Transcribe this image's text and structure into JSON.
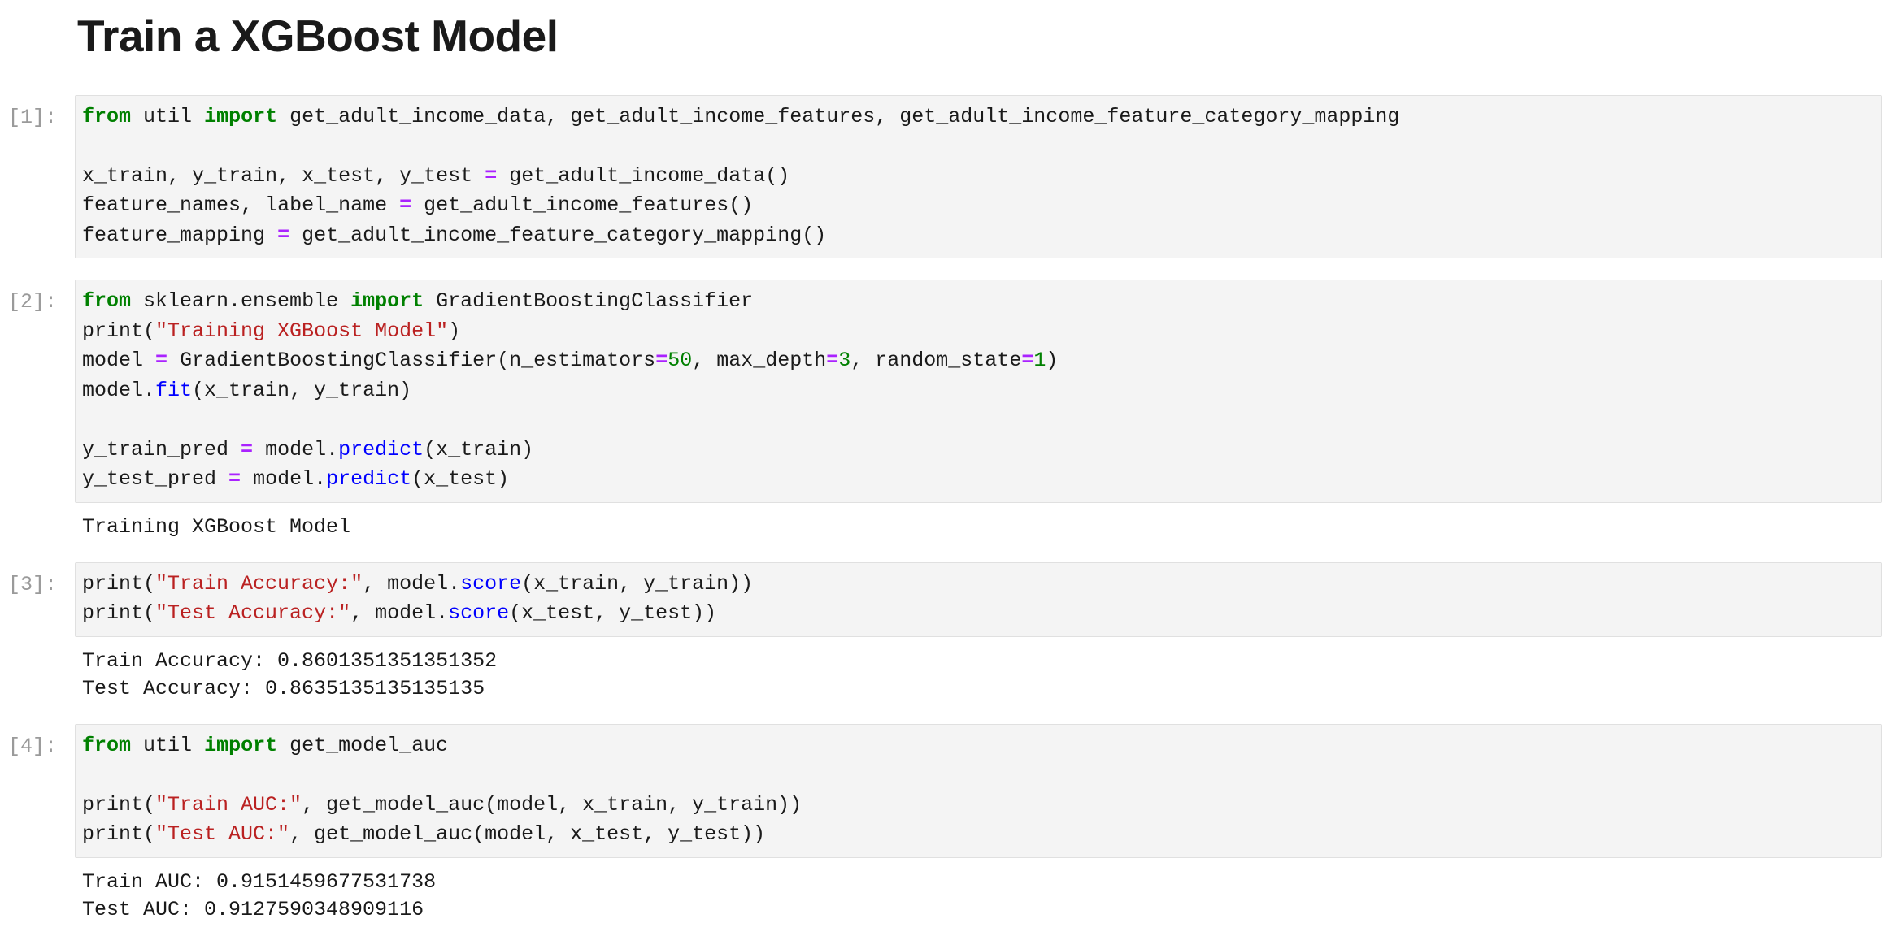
{
  "notebook": {
    "title": "Train a XGBoost Model",
    "cells": [
      {
        "prompt": "[1]:",
        "type": "code",
        "source_plain": "from util import get_adult_income_data, get_adult_income_features, get_adult_income_feature_category_mapping\n\nx_train, y_train, x_test, y_test = get_adult_income_data()\nfeature_names, label_name = get_adult_income_features()\nfeature_mapping = get_adult_income_feature_category_mapping()",
        "outputs": []
      },
      {
        "prompt": "[2]:",
        "type": "code",
        "source_plain": "from sklearn.ensemble import GradientBoostingClassifier\nprint(\"Training XGBoost Model\")\nmodel = GradientBoostingClassifier(n_estimators=50, max_depth=3, random_state=1)\nmodel.fit(x_train, y_train)\n\ny_train_pred = model.predict(x_train)\ny_test_pred = model.predict(x_test)",
        "outputs": [
          "Training XGBoost Model"
        ]
      },
      {
        "prompt": "[3]:",
        "type": "code",
        "source_plain": "print(\"Train Accuracy:\", model.score(x_train, y_train))\nprint(\"Test Accuracy:\", model.score(x_test, y_test))",
        "outputs": [
          "Train Accuracy: 0.8601351351351352\nTest Accuracy: 0.8635135135135135"
        ]
      },
      {
        "prompt": "[4]:",
        "type": "code",
        "source_plain": "from util import get_model_auc\n\nprint(\"Train AUC:\", get_model_auc(model, x_train, y_train))\nprint(\"Test AUC:\", get_model_auc(model, x_test, y_test))",
        "outputs": [
          "Train AUC: 0.9151459677531738\nTest AUC: 0.9127590348909116"
        ]
      }
    ],
    "results": {
      "train_accuracy": "0.8601351351351352",
      "test_accuracy": "0.8635135135135135",
      "train_auc": "0.9151459677531738",
      "test_auc": "0.9127590348909116",
      "training_message": "Training XGBoost Model"
    },
    "model_params": {
      "estimator": "GradientBoostingClassifier",
      "n_estimators": "50",
      "max_depth": "3",
      "random_state": "1"
    },
    "colors": {
      "keyword": "#008000",
      "string": "#ba2121",
      "operator": "#aa22ff",
      "number": "#008000",
      "function": "#0000ff",
      "cell_background": "#f4f4f4",
      "cell_border": "#e0e0e0",
      "prompt": "#9a9a9a",
      "page_background": "#ffffff"
    }
  }
}
